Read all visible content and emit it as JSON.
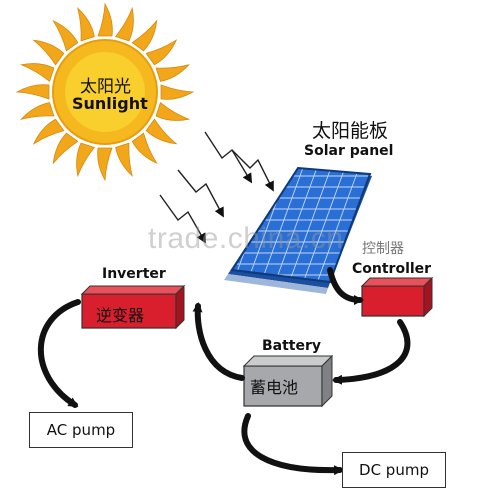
{
  "sun": {
    "cn": "太阳光",
    "en": "Sunlight"
  },
  "solar_panel": {
    "cn": "太阳能板",
    "en": "Solar panel"
  },
  "controller": {
    "cn": "控制器",
    "en": "Controller"
  },
  "inverter": {
    "cn": "逆变器",
    "en": "Inverter"
  },
  "battery": {
    "cn": "蓄电池",
    "en": "Battery"
  },
  "ac_pump": {
    "label": "AC pump"
  },
  "dc_pump": {
    "label": "DC pump"
  },
  "watermark": "trade.china.cn",
  "colors": {
    "sun": "#f5b21e",
    "sun_core": "#fbe13a",
    "ray": "#f2a71b",
    "panel": "#1e63c9",
    "device_red": "#d91f2e",
    "battery_grey": "#a6a8ab",
    "arrow": "#111111"
  }
}
